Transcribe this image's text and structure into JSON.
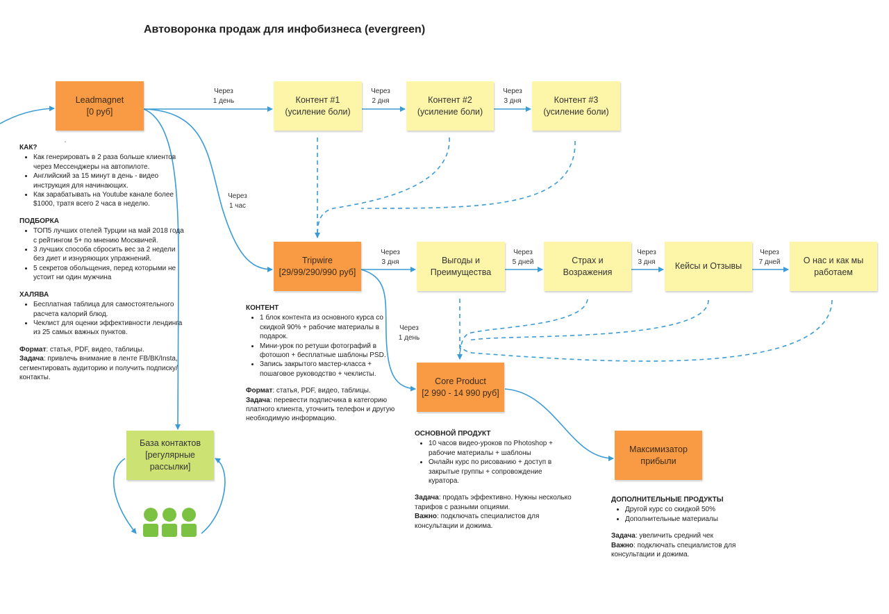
{
  "title": "Автоворонка продаж для инфобизнеса (evergreen)",
  "nodes": {
    "leadmagnet": "Leadmagnet\n[0 руб]",
    "content1": "Контент #1\n(усиление боли)",
    "content2": "Контент #2\n(усиление боли)",
    "content3": "Контент #3\n(усиление боли)",
    "tripwire": "Tripwire\n[29/99/290/990 руб]",
    "benefits": "Выгоды и\nПреимущества",
    "fears": "Страх и\nВозражения",
    "cases": "Кейсы и Отзывы",
    "about": "О нас и как мы\nработаем",
    "core": "Core Product\n[2 990 - 14 990 руб]",
    "maximizer": "Максимизатор\nприбыли",
    "contacts": "База контактов\n[регулярные\nрассылки]"
  },
  "delays": {
    "lm_c1": "Через\n1 день",
    "c1_c2": "Через\n2 дня",
    "c2_c3": "Через\n3 дня",
    "lm_tw": "Через\n1 час",
    "tw_ben": "Через\n3 дня",
    "ben_fear": "Через\n5 дней",
    "fear_cases": "Через\n3 дня",
    "cases_about": "Через\n7 дней",
    "tw_core": "Через\n1 день"
  },
  "notes": {
    "lm": {
      "h1": "КАК?",
      "l1": [
        "Как генерировать в 2 раза больше клиентов через Мессенджеры на автопилоте.",
        "Английский за 15 минут в день - видео инструкция для начинающих.",
        "Как зарабатывать на Youtube канале более $1000, тратя всего 2 часа в неделю."
      ],
      "h2": "ПОДБОРКА",
      "l2": [
        "ТОП5 лучших отелей Турции на май 2018 года с рейтингом 5+ по мнению Москвичей.",
        "3 лучших способа сбросить вес за 2 недели без диет и изнуряющих упражнений.",
        "5 секретов обольщения, перед которыми не устоит ни один мужчина"
      ],
      "h3": "ХАЛЯВА",
      "l3": [
        "Бесплатная таблица для самостоятельного расчета калорий блюд.",
        "Чеклист для оценки эффективности лендинга из 25 самых важных пунктов."
      ],
      "format_label": "Формат",
      "format_text": ": статья, PDF, видео, таблицы.",
      "task_label": "Задача",
      "task_text": ": привлечь внимание в ленте FB/ВК/Insta, сегментировать аудиторию и получить подписку/контакты."
    },
    "tw": {
      "h1": "КОНТЕНТ",
      "l1": [
        "1 блок контента из основного курса со скидкой 90% + рабочие материалы в подарок.",
        "Мини-урок по ретуши фотографий в фотошоп + бесплатные шаблоны PSD.",
        "Запись закрытого мастер-класса + пошаговое руководство + чеклисты."
      ],
      "format_label": "Формат",
      "format_text": ": статья, PDF, видео, таблицы.",
      "task_label": "Задача",
      "task_text": ": перевести подписчика в категорию платного клиента, уточнить телефон и другую необходимую информацию."
    },
    "core": {
      "h1": "ОСНОВНОЙ ПРОДУКТ",
      "l1": [
        "10 часов видео-уроков по Photoshop + рабочие материалы + шаблоны",
        "Онлайн курс по рисованию + доступ в закрытые группы + сопровождение куратора."
      ],
      "task_label": "Задача",
      "task_text": ": продать эффективно. Нужны несколько тарифов с разными опциями.",
      "imp_label": "Важно",
      "imp_text": ": подключать специалистов для консультации и дожима."
    },
    "max": {
      "h1": "ДОПОЛНИТЕЛЬНЫЕ ПРОДУКТЫ",
      "l1": [
        "Другой курс со скидкой 50%",
        "Дополнительные материалы"
      ],
      "task_label": "Задача",
      "task_text": ": увеличить средний чек",
      "imp_label": "Важно",
      "imp_text": ": подключать специалистов для консультации и дожима."
    }
  },
  "stray_mark": "\"",
  "colors": {
    "edge": "#3a9bd5",
    "orange": "#f99b45",
    "yellow": "#fdf5a8",
    "green": "#cce374",
    "people": "#7cc242"
  }
}
